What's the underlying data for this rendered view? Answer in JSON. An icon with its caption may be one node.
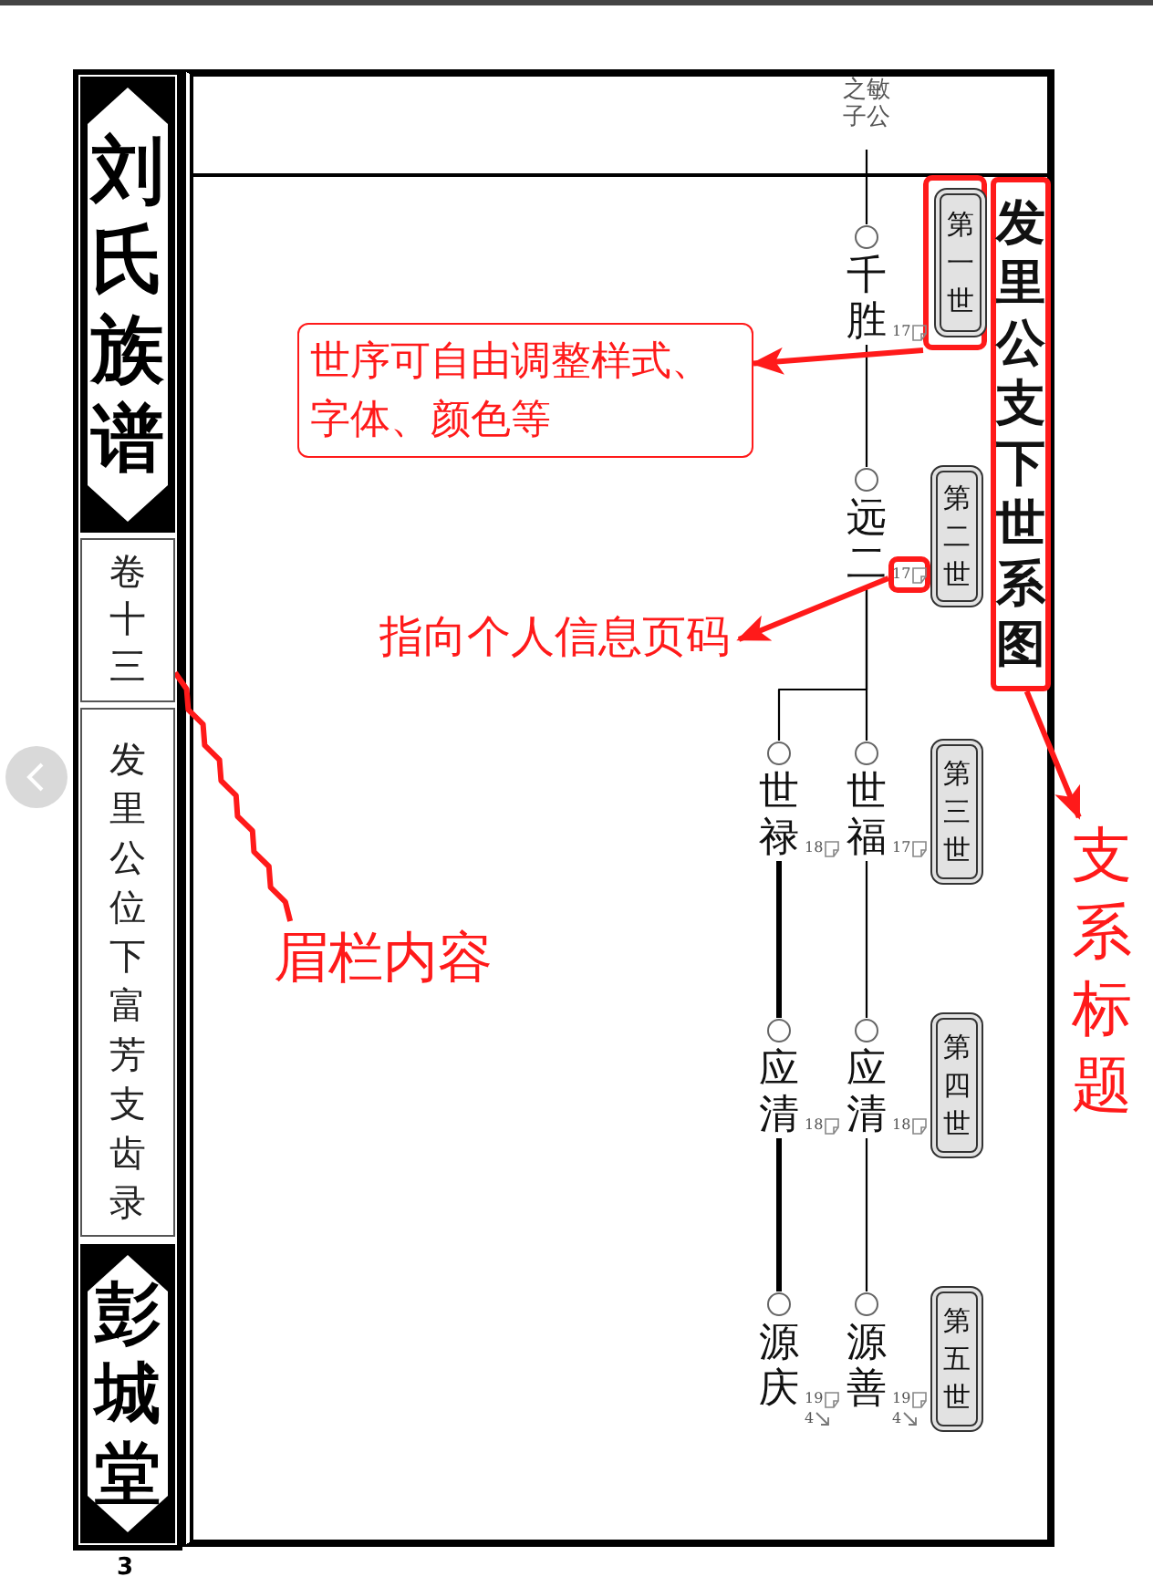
{
  "diagram": {
    "nodes": [
      {
        "text": [
          "刘氏族谱"
        ]
      },
      {
        "text": [
          "卷十三"
        ]
      },
      {
        "text": [
          "发里公位下富芳支齿录"
        ]
      },
      {
        "text": [
          "彭城堂"
        ]
      },
      {
        "text": [
          "之敏子公"
        ]
      },
      {
        "text": [
          "千胜"
        ]
      },
      {
        "text": [
          "远二"
        ]
      },
      {
        "text": [
          "世禄"
        ]
      },
      {
        "text": [
          "世福"
        ]
      },
      {
        "text": [
          "应清"
        ]
      },
      {
        "text": [
          "应清"
        ]
      },
      {
        "text": [
          "源庆"
        ]
      },
      {
        "text": [
          "源善"
        ]
      },
      {
        "text": [],
        "shape": "box"
      },
      {
        "text": [
          "第一世"
        ],
        "in": 13
      },
      {
        "text": [
          "第二世"
        ]
      },
      {
        "text": [
          "第三世"
        ]
      },
      {
        "text": [
          "第四世"
        ]
      },
      {
        "text": [
          "第五世"
        ]
      },
      {
        "text": [
          "发里公支下世系图"
        ]
      },
      {
        "text": [
          "世序可自由调整样式、字体、颜色等"
        ]
      },
      {
        "text": [],
        "shape": "box"
      },
      {
        "text": [
          "指向个人信息页码"
        ]
      },
      {
        "text": [
          "眉栏内容"
        ]
      },
      {
        "text": [
          "支系标题"
        ]
      }
    ],
    "edges": [
      {
        "from": 4,
        "to": 5,
        "arrow": "none"
      },
      {
        "from": 5,
        "to": 6,
        "arrow": "none"
      },
      {
        "from": 6,
        "to": 7,
        "arrow": "none"
      },
      {
        "from": 6,
        "to": 8,
        "arrow": "none"
      },
      {
        "from": 7,
        "to": 9,
        "arrow": "none",
        "style": "thick"
      },
      {
        "from": 8,
        "to": 10,
        "arrow": "none"
      },
      {
        "from": 9,
        "to": 11,
        "arrow": "none",
        "style": "thick"
      },
      {
        "from": 10,
        "to": 12,
        "arrow": "none"
      },
      {
        "from": 13,
        "to": 20,
        "arrow": "to",
        "style": "thick",
        "color": "#ff1a1a"
      },
      {
        "from": 21,
        "to": 22,
        "arrow": "to",
        "style": "thick",
        "color": "#ff1a1a"
      },
      {
        "from": 19,
        "to": 24,
        "arrow": "to",
        "style": "thick",
        "color": "#ff1a1a"
      },
      {
        "from": 23,
        "to": 1,
        "arrow": "none",
        "style": "thick",
        "color": "#ff1a1a"
      }
    ],
    "labels": [
      "17",
      "17",
      "18",
      "17",
      "18",
      "18",
      "19",
      "19",
      "4",
      "4",
      "3"
    ]
  }
}
